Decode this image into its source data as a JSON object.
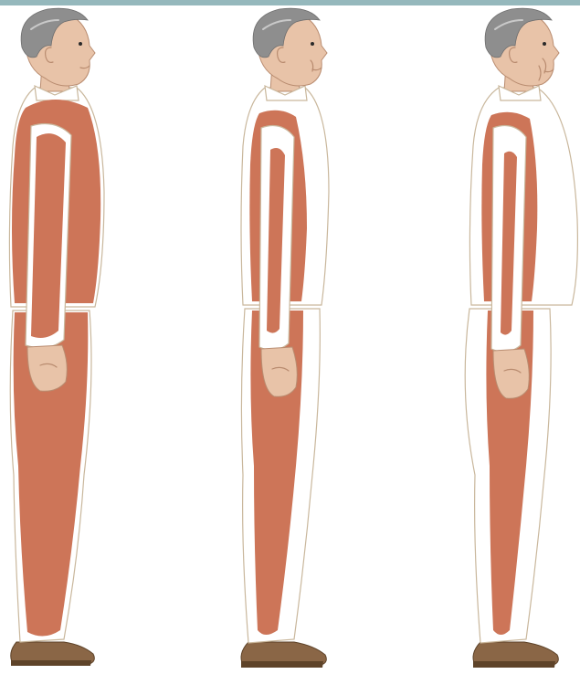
{
  "colors": {
    "top_bar": "#95b8bc",
    "hair": "#8e8e8e",
    "hair_highlight": "#c9c9c9",
    "skin": "#e8c3a8",
    "skin_line": "#b98c70",
    "outfit": "#ffffff",
    "outfit_line": "#c9b79c",
    "muscle": "#cd7558",
    "shoe": "#8a6646",
    "shoe_dark": "#5e4329"
  },
  "figures": [
    {
      "name": "figure-muscle-full",
      "icon": "standing-man-profile-icon",
      "muscle_level": "full"
    },
    {
      "name": "figure-muscle-reduced",
      "icon": "standing-man-profile-icon",
      "muscle_level": "reduced"
    },
    {
      "name": "figure-muscle-minimal",
      "icon": "standing-man-profile-icon",
      "muscle_level": "minimal"
    }
  ]
}
